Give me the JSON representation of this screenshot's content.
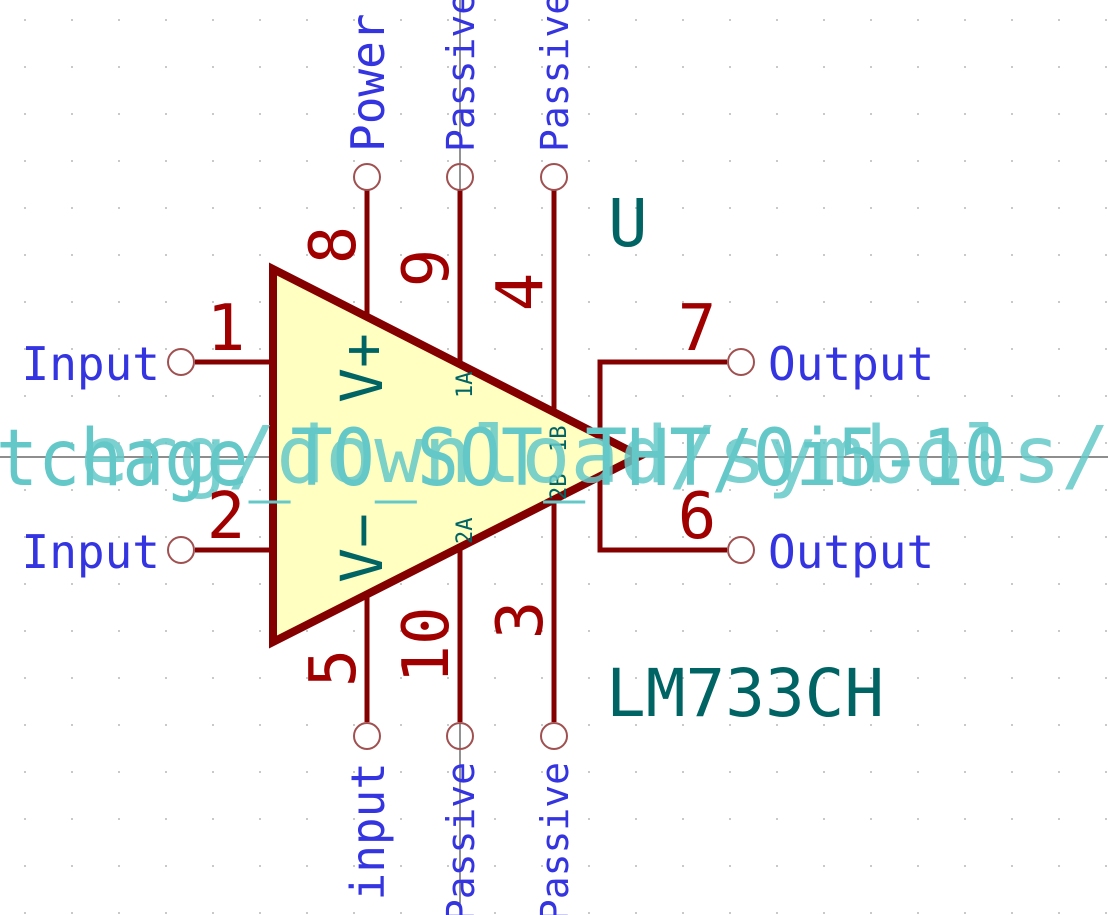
{
  "colors": {
    "body_stroke": "#840000",
    "body_fill": "#ffffc2",
    "pin_number": "#a00000",
    "pin_type": "#3434e0",
    "ref_value": "#006464",
    "footprint": "#64c8c8",
    "pin_end": "#a05050",
    "crosshair": "#4a4a4a"
  },
  "component": {
    "reference": "U",
    "value": "LM733CH",
    "footprint_overlay_a": "tchage_TO_SOT_THT/Oi5-10",
    "footprint_overlay_b": "erg/download/symbols/"
  },
  "inner_labels": {
    "vplus": "V+",
    "vminus": "V−"
  },
  "pins": [
    {
      "number": "1",
      "type": "Input",
      "inner": ""
    },
    {
      "number": "2",
      "type": "Input",
      "inner": ""
    },
    {
      "number": "8",
      "type": "Power",
      "inner": ""
    },
    {
      "number": "9",
      "type": "Passive",
      "inner": "1A"
    },
    {
      "number": "4",
      "type": "Passive",
      "inner": "1B"
    },
    {
      "number": "7",
      "type": "Output",
      "inner": ""
    },
    {
      "number": "6",
      "type": "Output",
      "inner": ""
    },
    {
      "number": "5",
      "type": "input",
      "inner": ""
    },
    {
      "number": "10",
      "type": "Passive",
      "inner": "2A"
    },
    {
      "number": "3",
      "type": "Passive",
      "inner": "2B"
    }
  ]
}
